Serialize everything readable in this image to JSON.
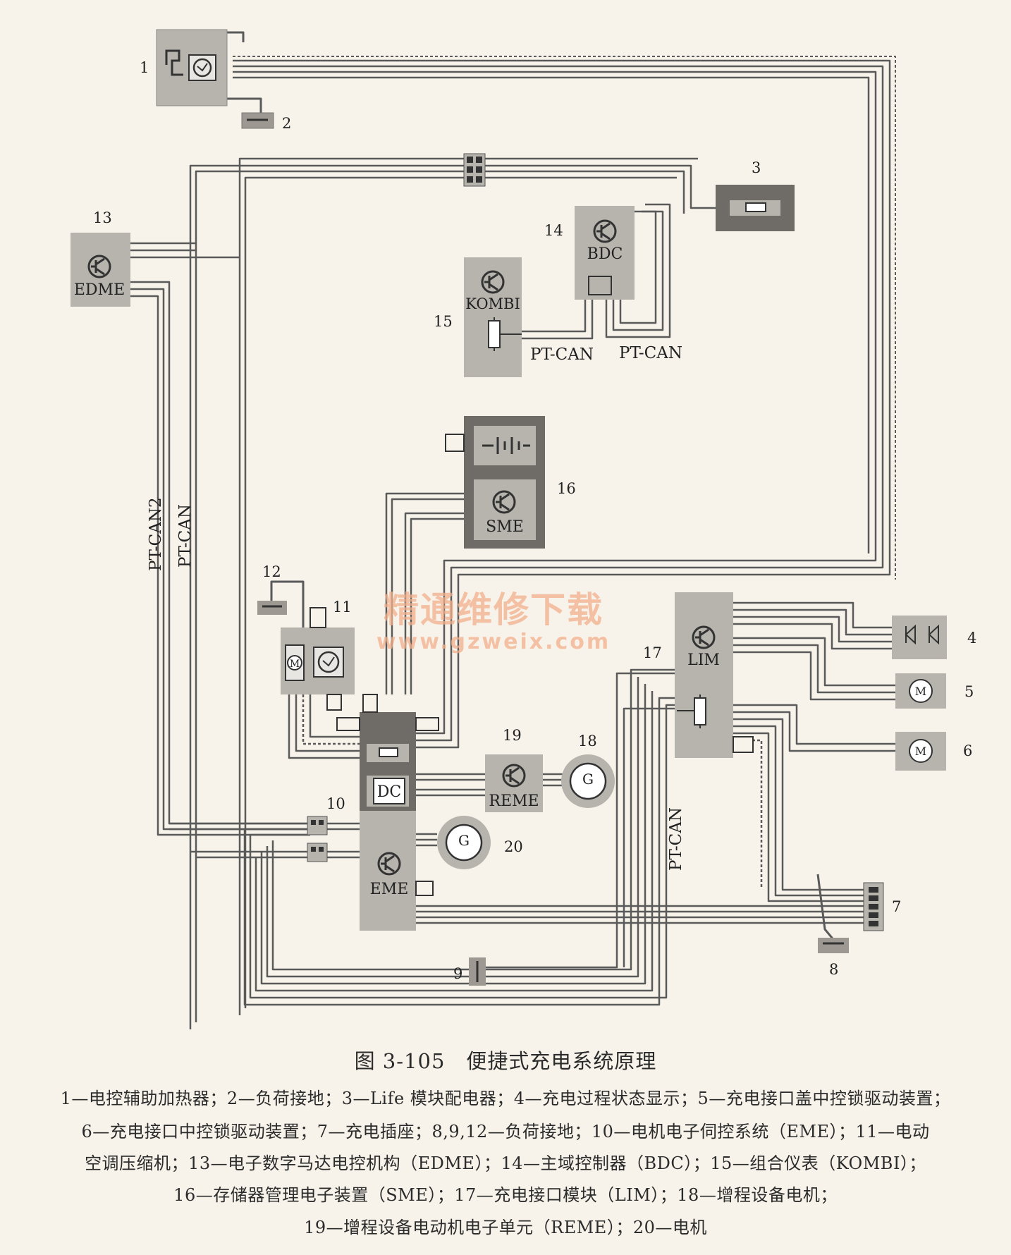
{
  "watermark": {
    "line1": "精通维修下载",
    "line2": "www.gzweix.com",
    "color": "#f3b08c"
  },
  "modules": {
    "kombi": "KOMBI",
    "bdc": "BDC",
    "edme": "EDME",
    "sme": "SME",
    "lim": "LIM",
    "reme": "REME",
    "eme": "EME",
    "dc": "DC",
    "g": "G",
    "m": "M"
  },
  "bus_labels": {
    "ptcan_kombi": "PT-CAN",
    "ptcan_bdc": "PT-CAN",
    "ptcan2_vertical": "PT-CAN2",
    "ptcan_vertical": "PT-CAN",
    "ptcan_lim": "PT-CAN"
  },
  "numbers": {
    "n1": "1",
    "n2": "2",
    "n3": "3",
    "n4": "4",
    "n5": "5",
    "n6": "6",
    "n7": "7",
    "n8": "8",
    "n9": "9",
    "n10": "10",
    "n11": "11",
    "n12": "12",
    "n13": "13",
    "n14": "14",
    "n15": "15",
    "n16": "16",
    "n17": "17",
    "n18": "18",
    "n19": "19",
    "n20": "20"
  },
  "caption": {
    "title": "图 3-105　便捷式充电系统原理",
    "legend": [
      "1—电控辅助加热器；2—负荷接地；3—Life 模块配电器；4—充电过程状态显示；5—充电接口盖中控锁驱动装置；",
      "6—充电接口中控锁驱动装置；7—充电插座；8,9,12—负荷接地；10—电机电子伺控系统（EME）；11—电动",
      "空调压缩机；13—电子数字马达电控机构（EDME）；14—主域控制器（BDC）；15—组合仪表（KOMBI）；",
      "16—存储器管理电子装置（SME）；17—充电接口模块（LIM）；18—增程设备电机；",
      "19—增程设备电动机电子单元（REME）；20—电机"
    ]
  },
  "colors": {
    "background": "#f7f3ea",
    "module_fill": "#b7b3ad",
    "module_dark": "#6f6b67",
    "wire": "#5a5a5a"
  }
}
